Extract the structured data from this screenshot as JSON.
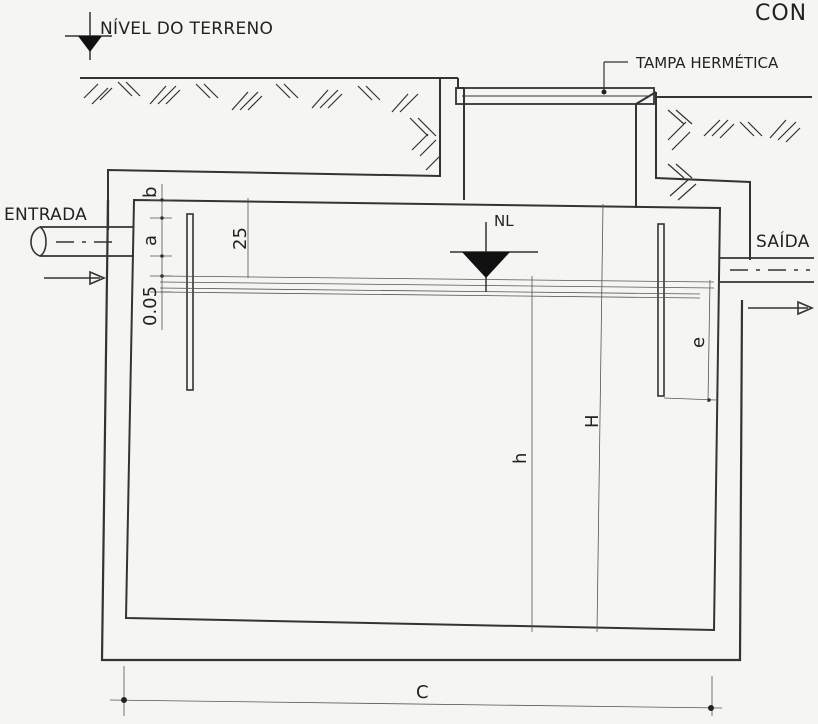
{
  "title": "CON",
  "labels": {
    "ground_level": "NÍVEL DO TERRENO",
    "hermetic_lid": "TAMPA HERMÉTICA",
    "inlet": "ENTRADA",
    "outlet": "SAÍDA",
    "water_level": "NL"
  },
  "dimensions": {
    "b": "b",
    "a": "a",
    "depth_25": "25",
    "depth_005": "0.05",
    "e": "e",
    "h": "h",
    "H": "H",
    "C": "C"
  },
  "colors": {
    "line": "#333333",
    "background": "#f5f5f3",
    "water_marker": "#111111"
  }
}
